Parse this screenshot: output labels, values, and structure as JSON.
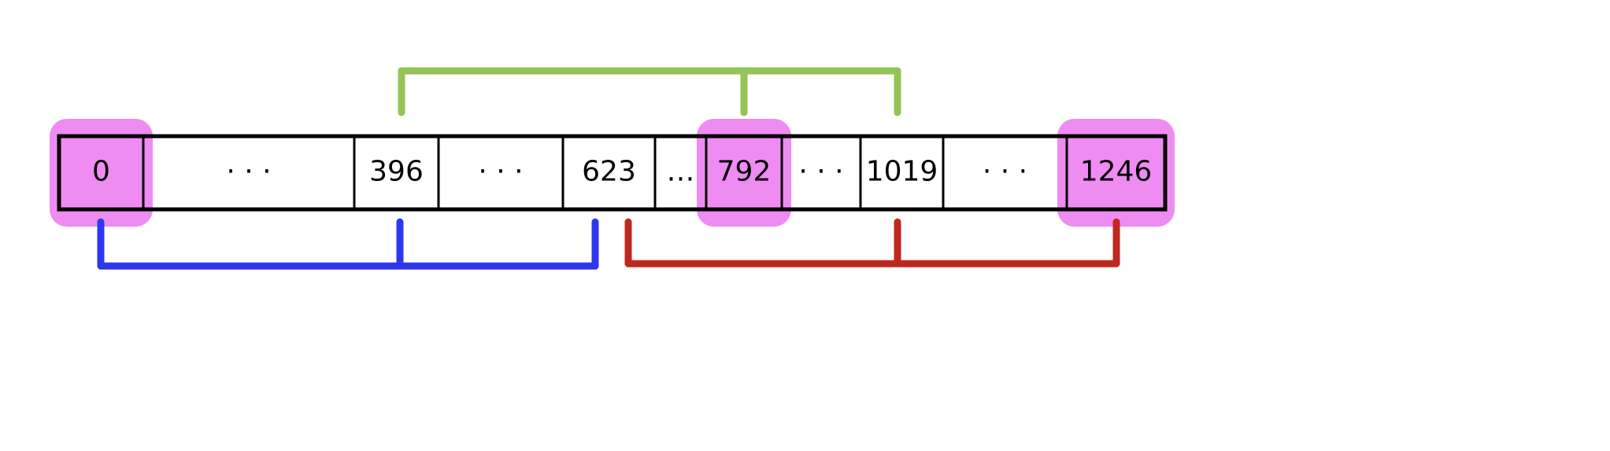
{
  "cells": [
    {
      "label": "0",
      "highlight": true
    },
    {
      "label": "· · ·",
      "highlight": false
    },
    {
      "label": "396",
      "highlight": false
    },
    {
      "label": "· · ·",
      "highlight": false
    },
    {
      "label": "623",
      "highlight": false
    },
    {
      "label": "…",
      "highlight": false
    },
    {
      "label": "792",
      "highlight": true
    },
    {
      "label": "· · ·",
      "highlight": false
    },
    {
      "label": "1019",
      "highlight": false
    },
    {
      "label": "· · ·",
      "highlight": false
    },
    {
      "label": "1246",
      "highlight": true
    }
  ],
  "colors": {
    "highlight": "#ef8cf2",
    "green_bracket": "#93c456",
    "blue_bracket": "#2f37ee",
    "red_bracket": "#bf2820",
    "outline": "#000000"
  },
  "brackets": [
    {
      "name": "green",
      "spans": [
        "396",
        "792",
        "1019"
      ]
    },
    {
      "name": "blue",
      "spans": [
        "0",
        "396",
        "623"
      ]
    },
    {
      "name": "red",
      "spans": [
        "623",
        "1019",
        "1246"
      ]
    }
  ]
}
